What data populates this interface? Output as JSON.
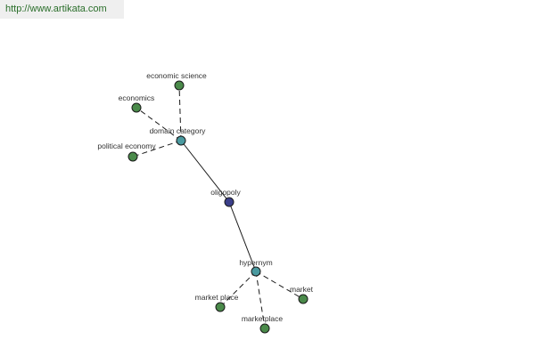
{
  "header": {
    "url": "http://www.artikata.com"
  },
  "graph": {
    "colors": {
      "center": "#3b3f8a",
      "hub": "#4a9aa0",
      "leaf": "#4a8a4a"
    },
    "nodes": [
      {
        "id": "oligopoly",
        "label": "oligopoly",
        "kind": "center"
      },
      {
        "id": "domain-category",
        "label": "domain category",
        "kind": "hub"
      },
      {
        "id": "hypernym",
        "label": "hypernym",
        "kind": "hub"
      },
      {
        "id": "economic-science",
        "label": "economic science",
        "kind": "leaf"
      },
      {
        "id": "economics",
        "label": "economics",
        "kind": "leaf"
      },
      {
        "id": "political-economy",
        "label": "political economy",
        "kind": "leaf"
      },
      {
        "id": "market-place",
        "label": "market place",
        "kind": "leaf"
      },
      {
        "id": "marketplace",
        "label": "marketplace",
        "kind": "leaf"
      },
      {
        "id": "market",
        "label": "market",
        "kind": "leaf"
      }
    ],
    "edges": [
      {
        "from": "oligopoly",
        "to": "domain-category",
        "style": "solid"
      },
      {
        "from": "oligopoly",
        "to": "hypernym",
        "style": "solid"
      },
      {
        "from": "domain-category",
        "to": "economic-science",
        "style": "dashed"
      },
      {
        "from": "domain-category",
        "to": "economics",
        "style": "dashed"
      },
      {
        "from": "domain-category",
        "to": "political-economy",
        "style": "dashed"
      },
      {
        "from": "hypernym",
        "to": "market-place",
        "style": "dashed"
      },
      {
        "from": "hypernym",
        "to": "marketplace",
        "style": "dashed"
      },
      {
        "from": "hypernym",
        "to": "market",
        "style": "dashed"
      }
    ]
  }
}
